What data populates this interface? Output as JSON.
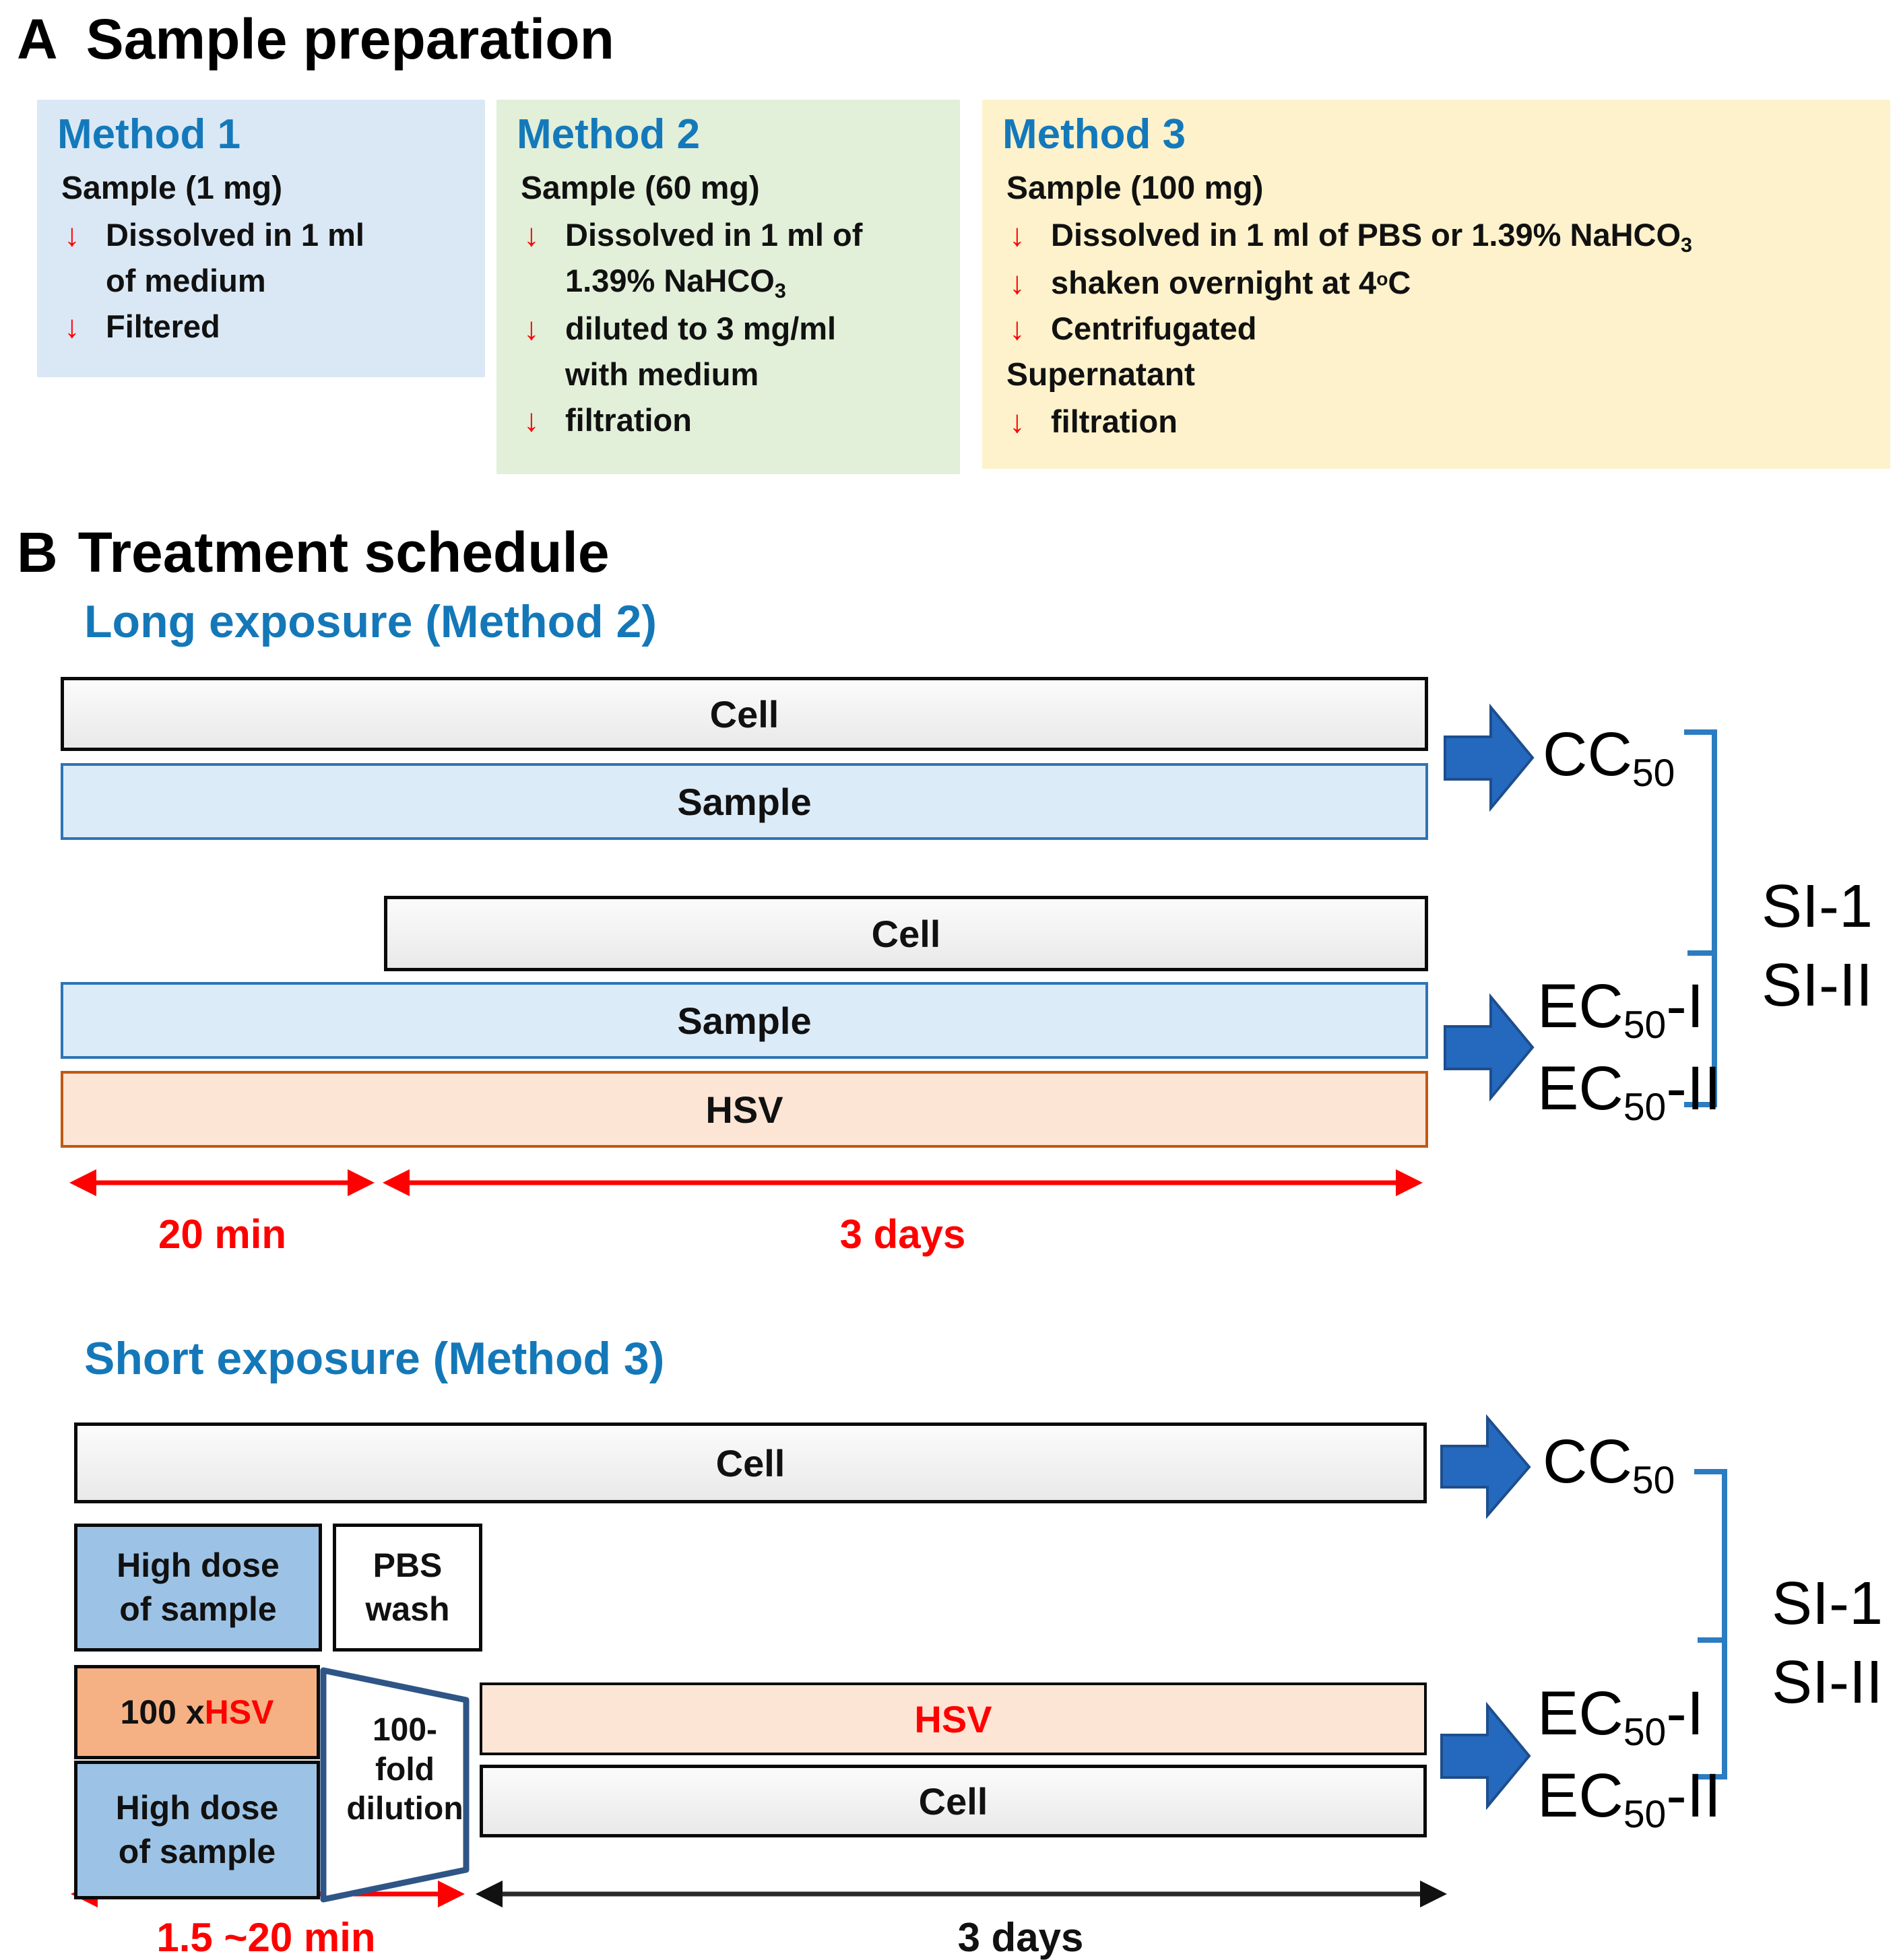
{
  "colors": {
    "accent_blue": "#1478b8",
    "arrow_blue": "#2569be",
    "bracket_blue": "#2b7cc1",
    "red": "#fe0000",
    "method1_bg": "#dae8f5",
    "method2_bg": "#e2efd9",
    "method3_bg": "#fdf2cb",
    "cell_bg": "#efefef",
    "sample_bg": "#dcebf8",
    "sample_border": "#2e74b5",
    "hsv_bg": "#fce5d5",
    "hsv_border": "#c05911",
    "high_dose_bg": "#9cc3e6",
    "hsv100_bg": "#f5b184",
    "funnel_border": "#2e5586"
  },
  "panel_a": {
    "label": "A",
    "title": "Sample preparation",
    "method1": {
      "title": "Method 1",
      "intro": "Sample (1 mg)",
      "arrow": "↓",
      "step1": "Dissolved in 1 ml",
      "step1_cont": "of  medium",
      "step2": "Filtered"
    },
    "method2": {
      "title": "Method 2",
      "intro": "Sample  (60 mg)",
      "arrow": "↓",
      "step1": "Dissolved in 1 ml of",
      "step1_cont_pre": "1.39% NaHCO",
      "step1_cont_sub": "3",
      "step2": "diluted to 3 mg/ml",
      "step2_cont": "with medium",
      "step3": "filtration"
    },
    "method3": {
      "title": "Method 3",
      "intro": "Sample  (100 mg)",
      "arrow": "↓",
      "step1_pre": "Dissolved in 1 ml of PBS or 1.39% NaHCO",
      "step1_sub": "3",
      "step2_pre": "shaken overnight at 4",
      "step2_sup": "o",
      "step2_post": "C",
      "step3": "Centrifugated",
      "plain": "Supernatant",
      "step4": "filtration"
    }
  },
  "panel_b": {
    "label": "B",
    "title": "Treatment schedule",
    "long": {
      "heading": "Long exposure (Method 2)",
      "bar_cell_1": "Cell",
      "bar_sample_1": "Sample",
      "bar_cell_2": "Cell",
      "bar_sample_2": "Sample",
      "bar_hsv": "HSV",
      "cc50_base": "CC",
      "cc50_sub": "50",
      "ec50i_base": "EC",
      "ec50i_sub": "50",
      "ec50i_suffix": "-I",
      "ec50ii_base": "EC",
      "ec50ii_sub": "50",
      "ec50ii_suffix": "-II",
      "si_1": "SI-1",
      "si_2": "SI-II",
      "time_1": "20 min",
      "time_2": "3 days"
    },
    "short": {
      "heading": "Short exposure (Method 3)",
      "bar_cell_top": "Cell",
      "box_high_dose_line1": "High dose",
      "box_high_dose_line2": "of sample",
      "box_pbs_line1": "PBS",
      "box_pbs_line2": "wash",
      "box_hsv100_pre": "100 x ",
      "box_hsv100_red": "HSV",
      "box_high_dose2_line1": "High dose",
      "box_high_dose2_line2": "of sample",
      "funnel_line1": "100-",
      "funnel_line2": "fold",
      "funnel_line3": "dilution",
      "bar_hsv": "HSV",
      "bar_cell_bottom": "Cell",
      "cc50_base": "CC",
      "cc50_sub": "50",
      "ec50i_base": "EC",
      "ec50i_sub": "50",
      "ec50i_suffix": "-I",
      "ec50ii_base": "EC",
      "ec50ii_sub": "50",
      "ec50ii_suffix": "-II",
      "si_1": "SI-1",
      "si_2": "SI-II",
      "time_1": "1.5 ~20 min",
      "time_2": "3 days"
    }
  }
}
